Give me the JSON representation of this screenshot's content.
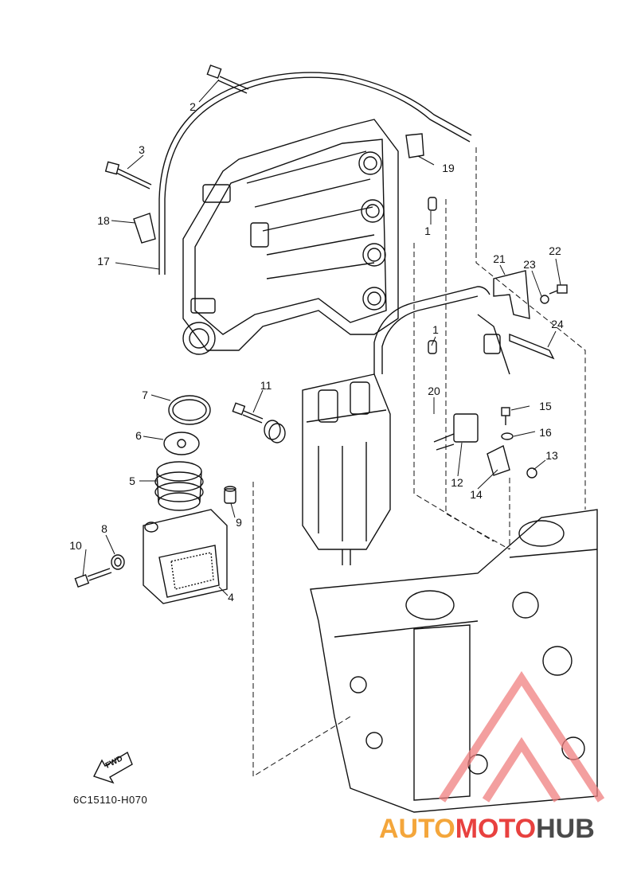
{
  "diagram": {
    "code": "6C15110-H070",
    "fwd_label": "FWD",
    "callouts": [
      "1",
      "1",
      "2",
      "3",
      "4",
      "5",
      "6",
      "7",
      "8",
      "9",
      "10",
      "11",
      "12",
      "13",
      "14",
      "15",
      "16",
      "17",
      "18",
      "19",
      "20",
      "21",
      "22",
      "23",
      "24"
    ]
  },
  "watermark": {
    "part1": "AUTO",
    "part2": "MOTO",
    "part3": "HUB",
    "colors": {
      "auto": "#f4a63b",
      "moto": "#e8413f",
      "hub": "#4a4a4a",
      "triangle": "#f08080"
    }
  }
}
